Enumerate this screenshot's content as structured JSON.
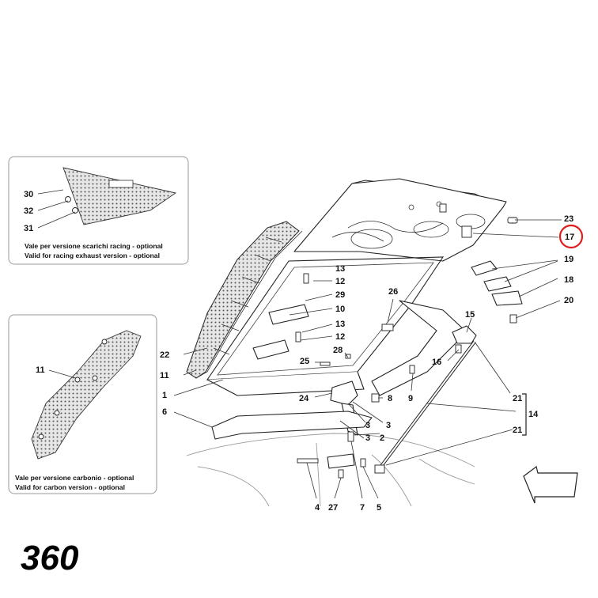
{
  "brand": {
    "model": "360"
  },
  "callouts": {
    "c1": "1",
    "c2": "2",
    "c3a": "3",
    "c3b": "3",
    "c3c": "3",
    "c4": "4",
    "c5": "5",
    "c6": "6",
    "c7": "7",
    "c8": "8",
    "c9": "9",
    "c10": "10",
    "c11": "11",
    "c12a": "12",
    "c12b": "12",
    "c13a": "13",
    "c13b": "13",
    "c14": "14",
    "c15": "15",
    "c16": "16",
    "c17": "17",
    "c18": "18",
    "c19": "19",
    "c20": "20",
    "c21a": "21",
    "c21b": "21",
    "c22": "22",
    "c23": "23",
    "c24": "24",
    "c25": "25",
    "c26": "26",
    "c27": "27",
    "c28": "28",
    "c29": "29"
  },
  "insets": {
    "racing": {
      "callouts": {
        "c30": "30",
        "c32": "32",
        "c31": "31"
      },
      "caption_it": "Vale per versione scarichi racing - optional",
      "caption_en": "Valid for racing exhaust version - optional"
    },
    "carbon": {
      "callouts": {
        "c11": "11"
      },
      "caption_it": "Vale per versione carbonio - optional",
      "caption_en": "Valid for carbon version - optional"
    }
  },
  "highlight": {
    "callout": "17",
    "color": "#e01e1e"
  },
  "colors": {
    "line": "#222222",
    "background": "#ffffff"
  }
}
